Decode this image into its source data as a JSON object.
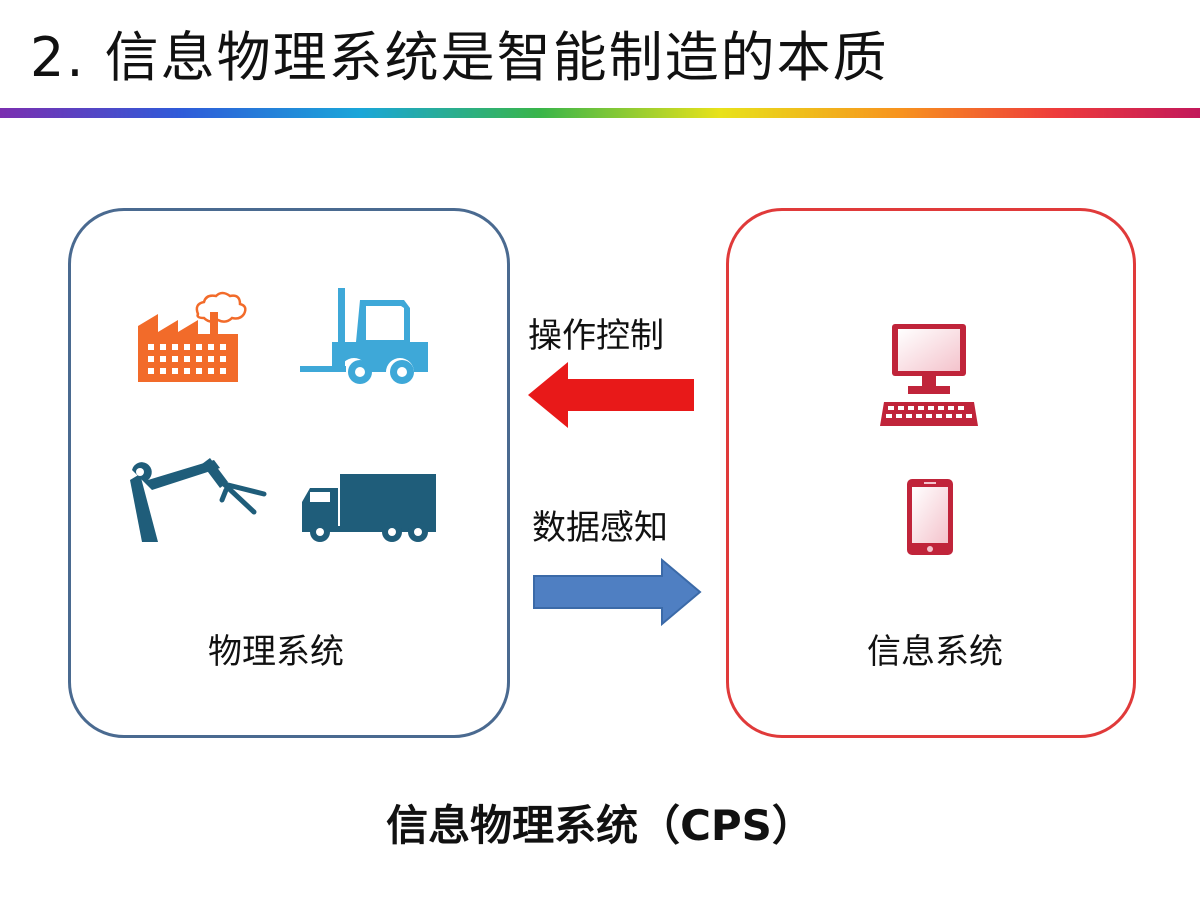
{
  "slide": {
    "title": "2. 信息物理系统是智能制造的本质",
    "caption": "信息物理系统（CPS）"
  },
  "physical_system": {
    "label": "物理系统",
    "icons": [
      "factory-icon",
      "forklift-icon",
      "robot-arm-icon",
      "truck-icon"
    ]
  },
  "info_system": {
    "label": "信息系统",
    "icons": [
      "computer-icon",
      "mobile-phone-icon"
    ]
  },
  "arrows": {
    "control": "操作控制",
    "sensing": "数据感知"
  },
  "colors": {
    "physical_border": "#4a6a90",
    "info_border": "#e03a3a",
    "control_arrow": "#e81919",
    "sensing_arrow": "#4f7fc2",
    "factory": "#f26b2a",
    "forklift": "#3ea8d8",
    "machinery": "#1f5d7a",
    "device": "#c0243a"
  }
}
